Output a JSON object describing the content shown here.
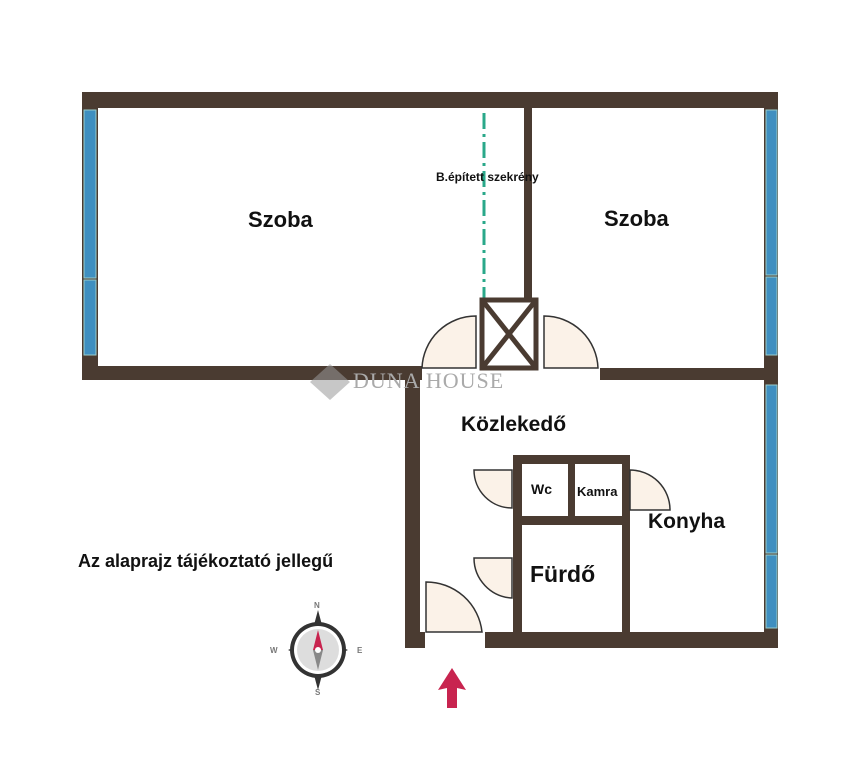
{
  "rooms": {
    "room_left": "Szoba",
    "room_right": "Szoba",
    "hallway": "Közlekedő",
    "wc": "Wc",
    "pantry": "Kamra",
    "kitchen": "Konyha",
    "bathroom": "Fürdő"
  },
  "wardrobe_label": "B.épített szekrény",
  "disclaimer": "Az alaprajz tájékoztató jellegű",
  "watermark": "DUNA HOUSE",
  "compass": {
    "n": "N",
    "s": "S",
    "e": "E",
    "w": "W"
  },
  "colors": {
    "wall": "#4a3b31",
    "window": "#3f8fc0",
    "door": "#fbf2e8",
    "wardrobe_line": "#2aa88a",
    "arrow": "#c8244f"
  }
}
